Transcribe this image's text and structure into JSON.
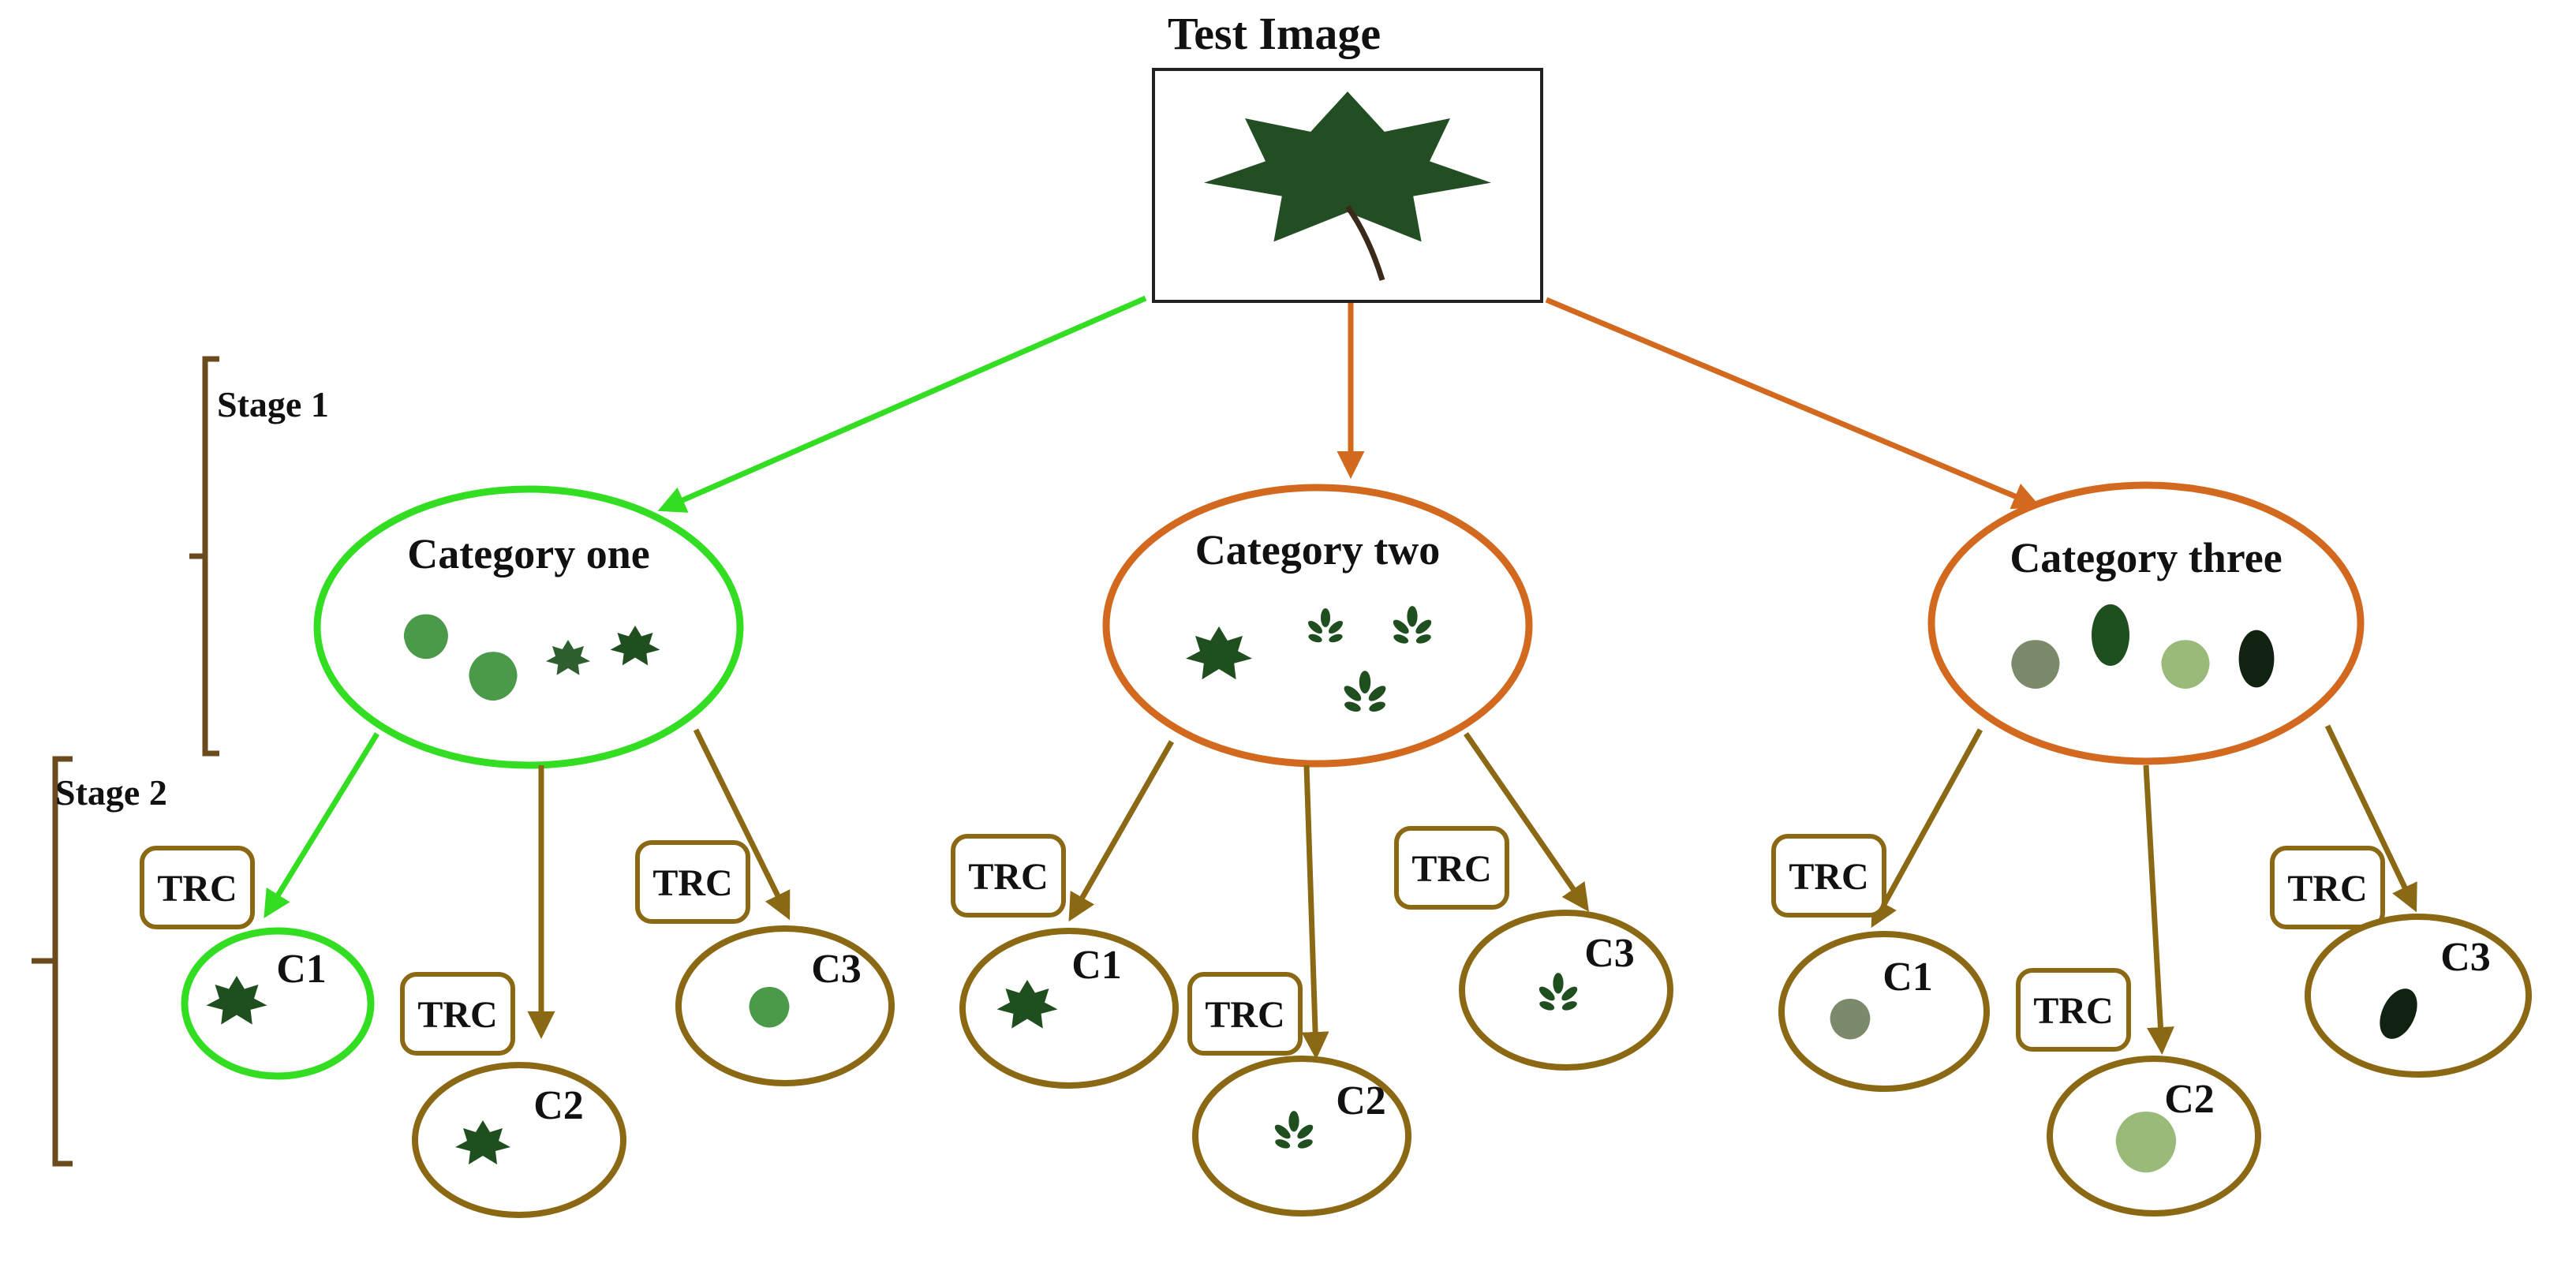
{
  "title": "Test Image",
  "stages": [
    "Stage 1",
    "Stage 2"
  ],
  "categories": [
    {
      "label": "Category one",
      "classes": [
        "C1",
        "C2",
        "C3"
      ]
    },
    {
      "label": "Category two",
      "classes": [
        "C1",
        "C2",
        "C3"
      ]
    },
    {
      "label": "Category three",
      "classes": [
        "C1",
        "C2",
        "C3"
      ]
    }
  ],
  "trc_label": "TRC",
  "colors": {
    "selected": "#33dd22",
    "category": "#d2691e",
    "subclass": "#8b6914",
    "box": "#222222",
    "bracket": "#6b4a1e",
    "leaf": "#1f4f1f"
  }
}
